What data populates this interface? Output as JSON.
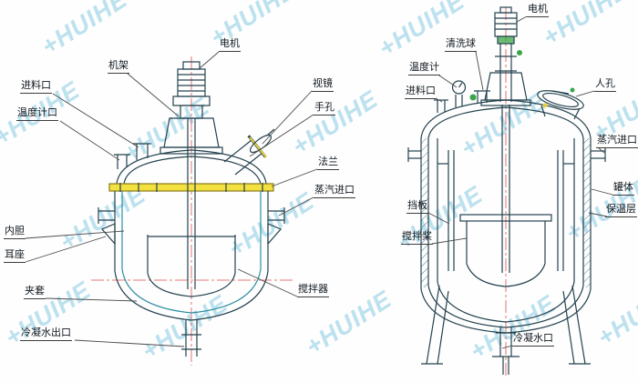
{
  "watermark": {
    "text": "+HUIHE",
    "color": "#7ac3e0"
  },
  "palette": {
    "line": "#24424e",
    "inner_line": "#2b8fa0",
    "centerline_red": "#e05050",
    "flange_yellow": "#f2e13f",
    "green_accent": "#3aa648"
  },
  "left_diagram": {
    "labels": [
      {
        "id": "motor",
        "text": "电机"
      },
      {
        "id": "frame",
        "text": "机架"
      },
      {
        "id": "feed-inlet",
        "text": "进料口"
      },
      {
        "id": "thermometer-port",
        "text": "温度计口"
      },
      {
        "id": "sight-glass",
        "text": "视镜"
      },
      {
        "id": "hand-hole",
        "text": "手孔"
      },
      {
        "id": "flange",
        "text": "法兰"
      },
      {
        "id": "steam-inlet",
        "text": "蒸汽进口"
      },
      {
        "id": "inner-liner",
        "text": "内胆"
      },
      {
        "id": "ear-seat",
        "text": "耳座"
      },
      {
        "id": "jacket",
        "text": "夹套"
      },
      {
        "id": "condensate-outlet",
        "text": "冷凝水出口"
      },
      {
        "id": "agitator",
        "text": "搅拌器"
      }
    ]
  },
  "right_diagram": {
    "labels": [
      {
        "id": "motor",
        "text": "电机"
      },
      {
        "id": "cleaning-ball",
        "text": "清洗球"
      },
      {
        "id": "thermometer",
        "text": "温度计"
      },
      {
        "id": "feed-inlet",
        "text": "进料口"
      },
      {
        "id": "manhole",
        "text": "人孔"
      },
      {
        "id": "steam-inlet",
        "text": "蒸汽进口"
      },
      {
        "id": "tank-body",
        "text": "罐体"
      },
      {
        "id": "insulation-layer",
        "text": "保温层"
      },
      {
        "id": "baffle",
        "text": "挡板"
      },
      {
        "id": "stirring-paddle",
        "text": "搅拌桨"
      },
      {
        "id": "condensate-port",
        "text": "冷凝水口"
      }
    ]
  }
}
